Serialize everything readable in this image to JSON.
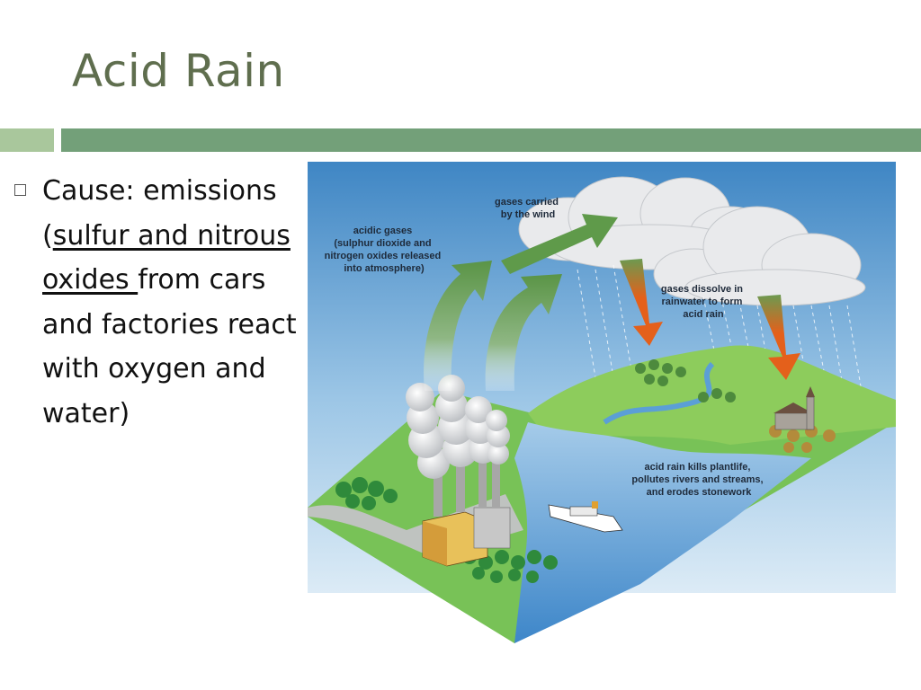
{
  "slide": {
    "title": "Acid Rain"
  },
  "bullets": [
    {
      "lead": "Cause: emissions (",
      "underlined": "sulfur and nitrous oxides ",
      "trail": "from cars and factories react with oxygen and water)"
    }
  ],
  "diagram": {
    "labels": {
      "acidic_gases": [
        "acidic gases",
        "(sulphur dioxide and",
        "nitrogen oxides released",
        "into atmosphere)"
      ],
      "gases_carried": [
        "gases carried",
        "by the wind"
      ],
      "gases_dissolve": [
        "gases dissolve in",
        "rainwater to form",
        "acid rain"
      ],
      "acid_rain_kills": [
        "acid rain kills plantlife,",
        "pollutes rivers and streams,",
        "and erodes stonework"
      ]
    },
    "colors": {
      "sky_top": "#3f86c4",
      "sky_bottom": "#cfe4f3",
      "land": "#6fbf4a",
      "water": "#5b9fd6",
      "green_arrow": "#5f9a4a",
      "orange_arrow": "#e4601b"
    }
  }
}
